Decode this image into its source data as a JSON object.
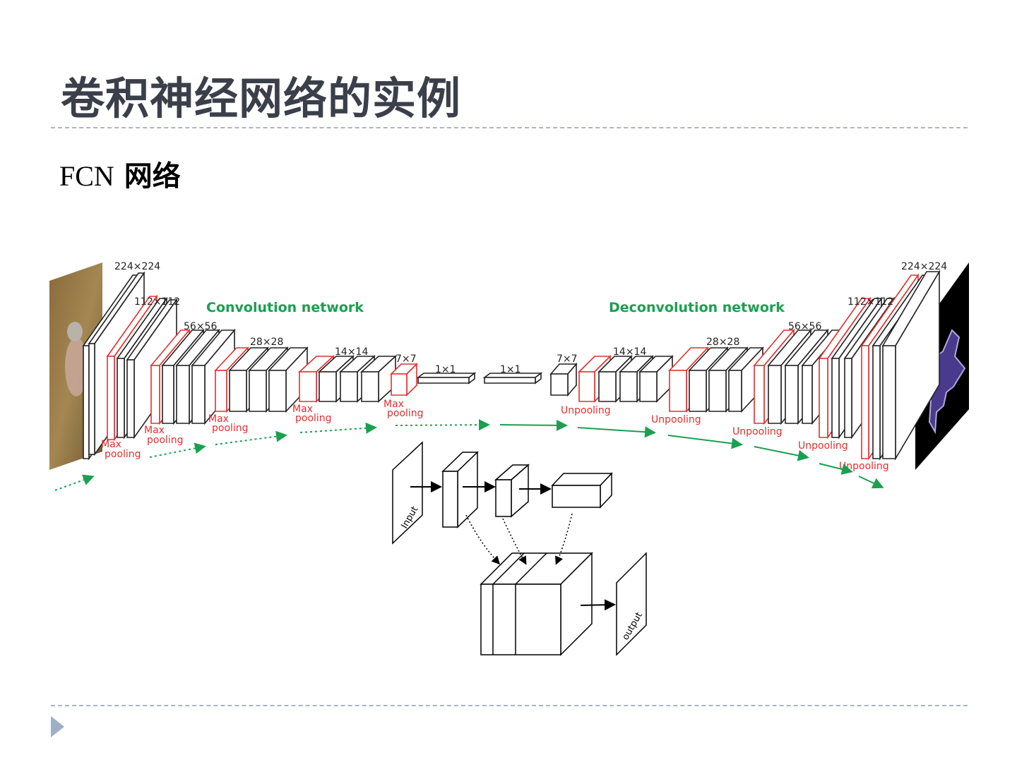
{
  "slide": {
    "title": "卷积神经网络的实例",
    "subtitle_latin": "FCN",
    "subtitle_cjk": "网络"
  },
  "colors": {
    "title": "#3a3f4a",
    "accent_green": "#1aa050",
    "pool_red": "#e03030",
    "rule": "#a9b6c6",
    "bullet": "#9db0c8"
  },
  "diagram": {
    "headings": {
      "conv": "Convolution network",
      "deconv": "Deconvolution network"
    },
    "sizes": {
      "s224": "224×224",
      "s112": "112×112",
      "s56": "56×56",
      "s28": "28×28",
      "s14": "14×14",
      "s7": "7×7",
      "s1": "1×1"
    },
    "max_line": "Max",
    "pooling_line": "pooling",
    "unpooling": "Unpooling",
    "input_label": "Input",
    "output_label": "output"
  }
}
